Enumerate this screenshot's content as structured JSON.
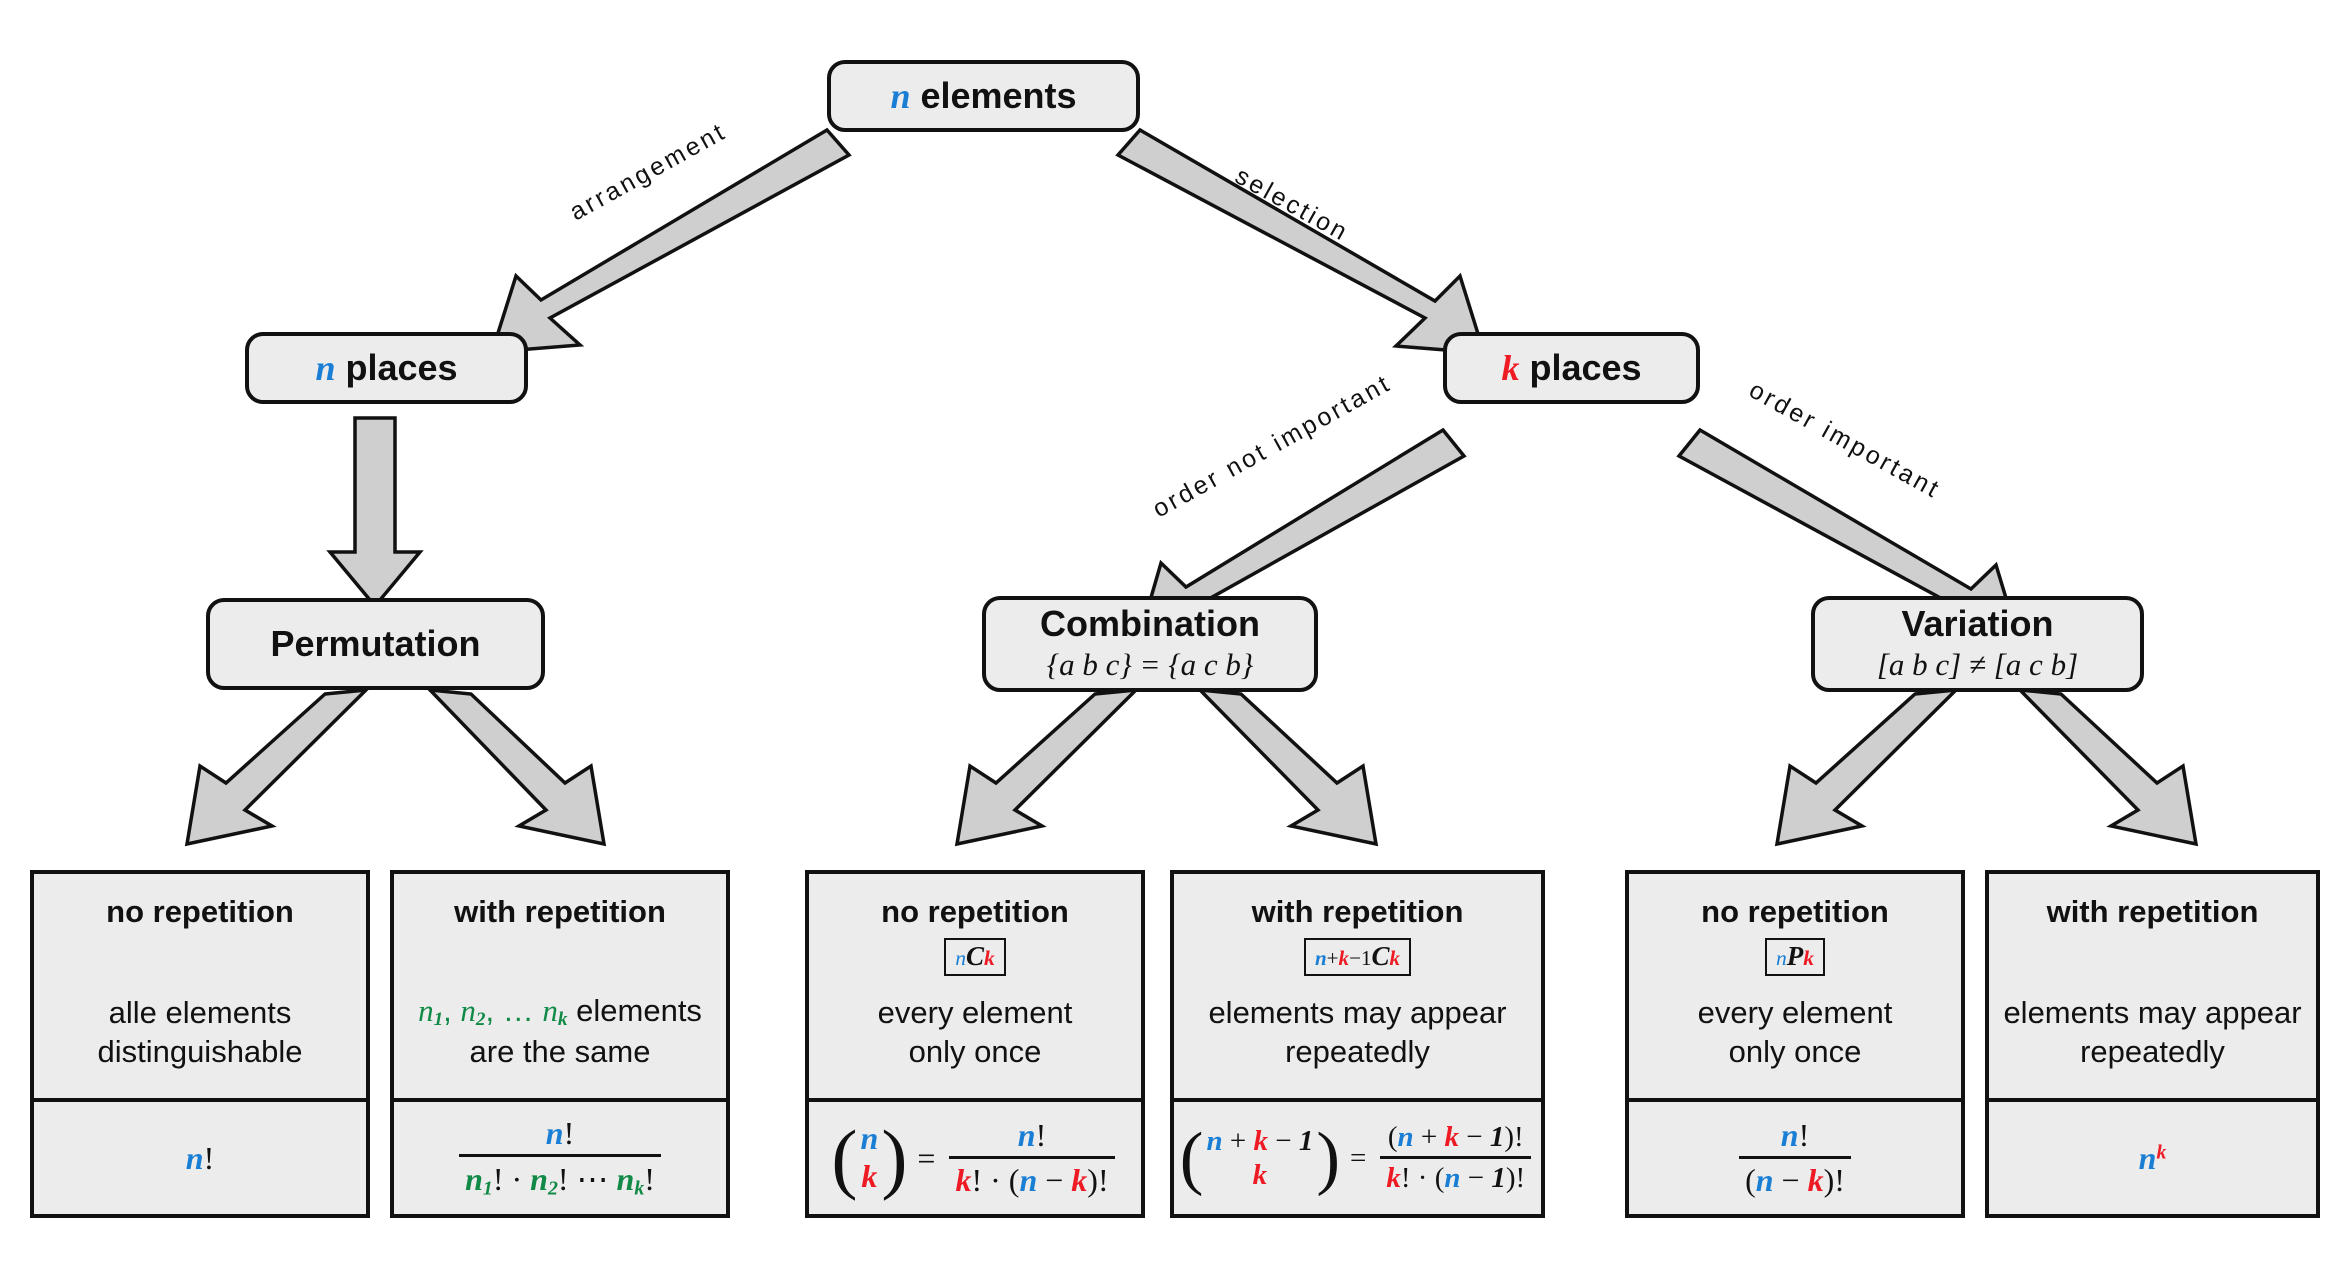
{
  "colors": {
    "n_blue": "#1a7fd4",
    "k_red": "#ee1b24",
    "green": "#108a46",
    "box_fill": "#ececec",
    "box_border": "#111111",
    "arrow_fill": "#cfcfcf"
  },
  "root": {
    "label_var": "n",
    "label_text": " elements"
  },
  "edges": {
    "arrangement": "arrangement",
    "selection": "selection",
    "order_not_important": "order not important",
    "order_important": "order important"
  },
  "level2": [
    {
      "var": "n",
      "text": " places",
      "var_color": "n_blue"
    },
    {
      "var": "k",
      "text": " places",
      "var_color": "k_red"
    }
  ],
  "level3": [
    {
      "title": "Permutation",
      "sub": ""
    },
    {
      "title": "Combination",
      "sub": "{a b c} = {a c b}"
    },
    {
      "title": "Variation",
      "sub": "[a b c] ≠ [a c b]"
    }
  ],
  "leaves": [
    {
      "group": "permutation",
      "head": "no repetition",
      "notation": "",
      "desc_lines": [
        "alle elements",
        "distinguishable"
      ],
      "formula": "n!"
    },
    {
      "group": "permutation",
      "head": "with repetition",
      "notation": "",
      "desc_lines": [
        "n₁, n₂, … nₖ elements",
        "are the same"
      ],
      "formula": "n! / (n₁! · n₂! ⋯ nₖ!)"
    },
    {
      "group": "combination",
      "head": "no repetition",
      "notation": "nCk",
      "desc_lines": [
        "every element",
        "only once"
      ],
      "formula": "(n over k) = n! / (k! · (n − k)!)"
    },
    {
      "group": "combination",
      "head": "with repetition",
      "notation": "n+k−1Ck",
      "desc_lines": [
        "elements may appear",
        "repeatedly"
      ],
      "formula": "(n + k − 1 over k) = (n + k − 1)! / (k! · (n − 1)!)"
    },
    {
      "group": "variation",
      "head": "no repetition",
      "notation": "nPk",
      "desc_lines": [
        "every element",
        "only once"
      ],
      "formula": "n! / (n − k)!"
    },
    {
      "group": "variation",
      "head": "with repetition",
      "notation": "",
      "desc_lines": [
        "elements may appear",
        "repeatedly"
      ],
      "formula": "n^k"
    }
  ],
  "symbols": {
    "n": "n",
    "k": "k",
    "C": "C",
    "P": "P",
    "bang": "!",
    "plus": "+",
    "minus": "−",
    "one": "1",
    "equals": "=",
    "cdot": "·",
    "ellipsis": "⋯",
    "lparen": "(",
    "rparen": ")",
    "comma": ",",
    "dots": "…",
    "elements_word": "elements",
    "n1": "n",
    "n2": "n",
    "nk": "n",
    "sub1": "1",
    "sub2": "2",
    "subk": "k"
  }
}
